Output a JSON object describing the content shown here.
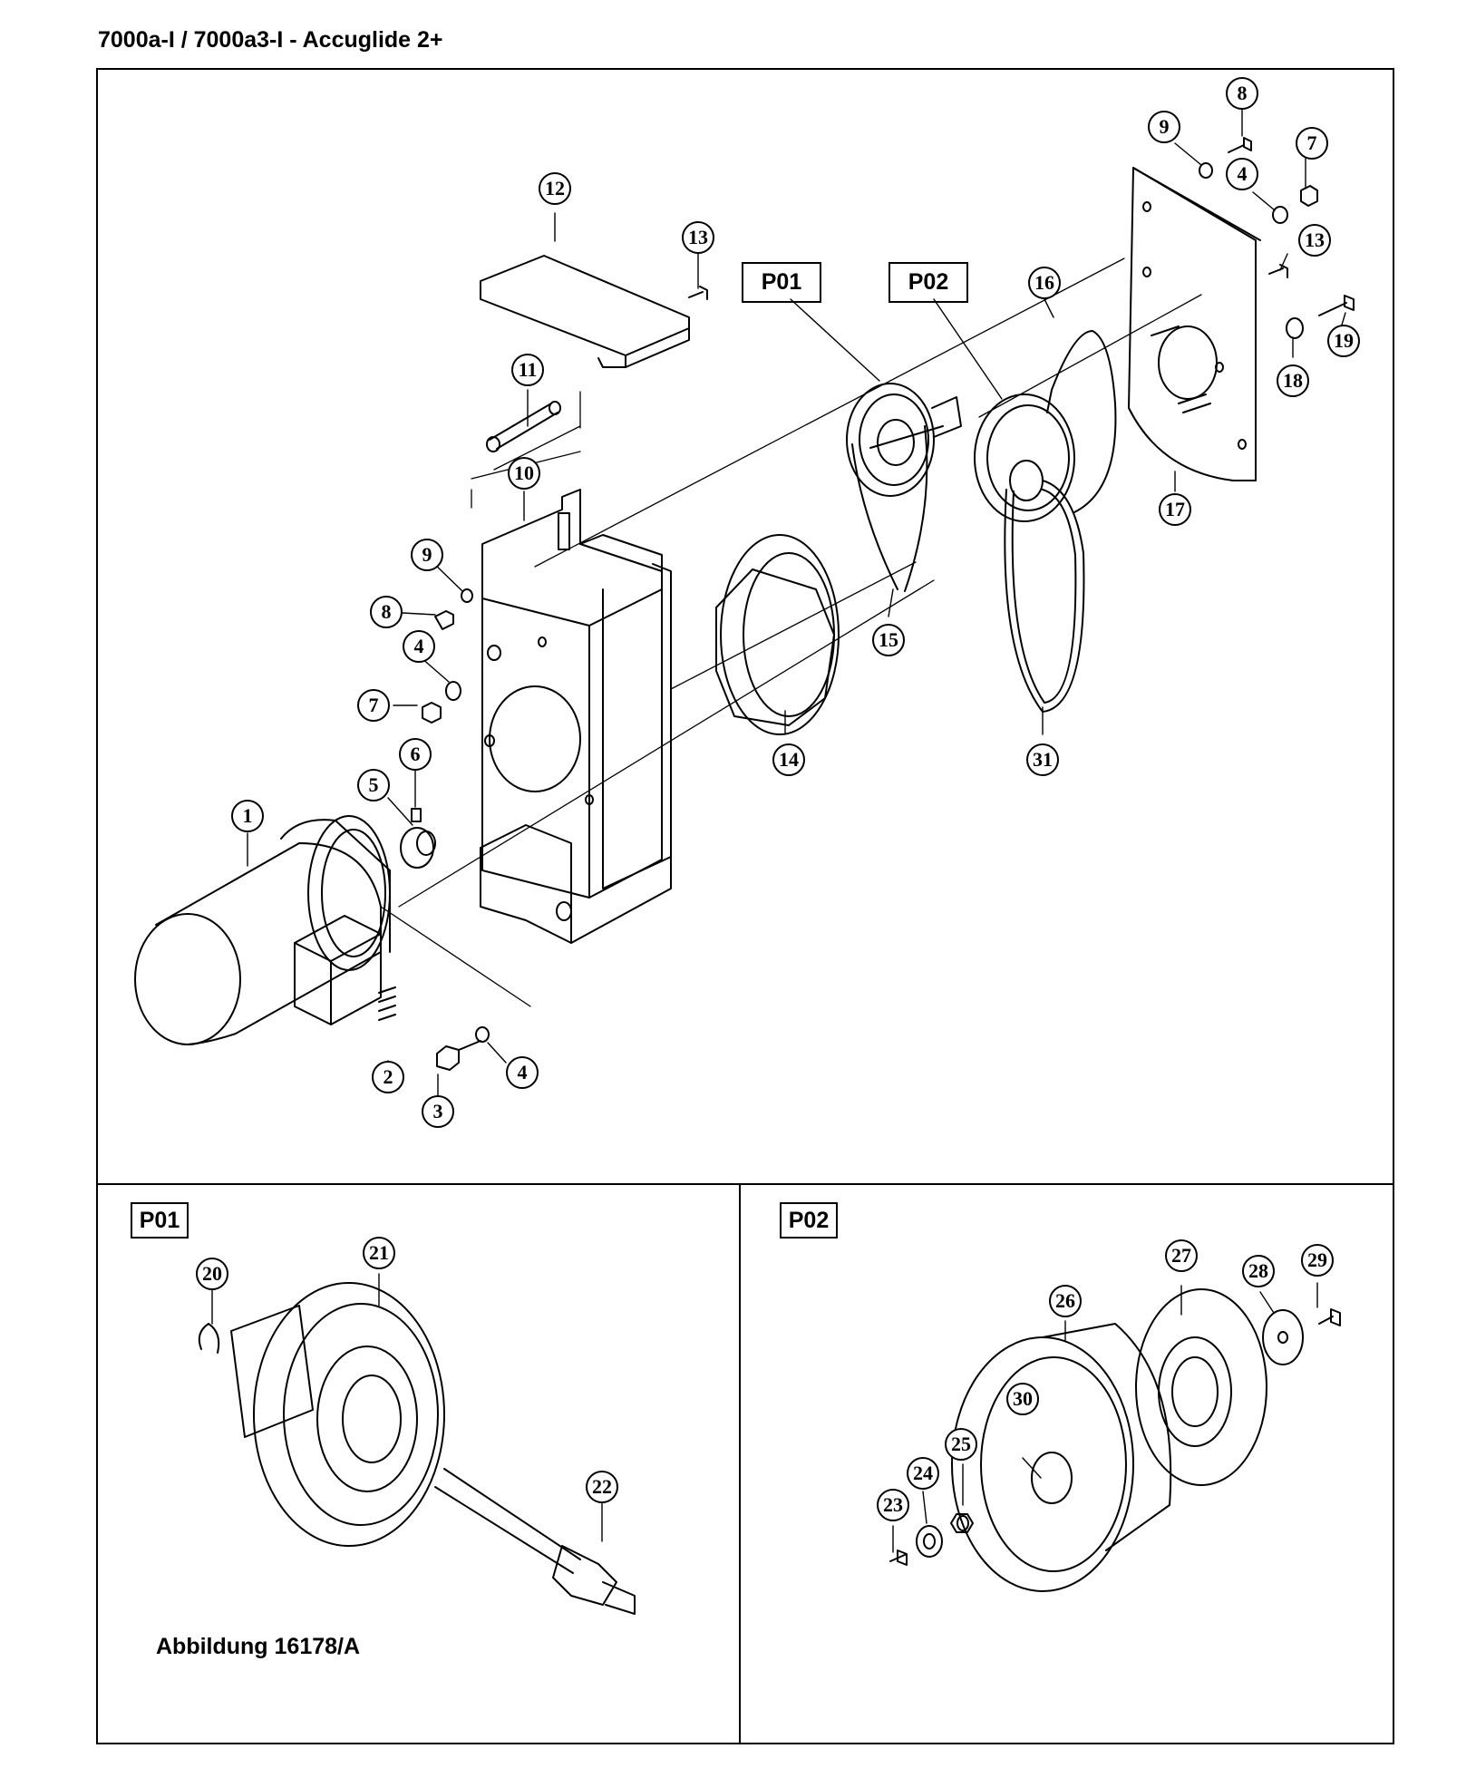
{
  "title": "7000a-I / 7000a3-I - Accuglide 2+",
  "detail_labels": {
    "p01": "P01",
    "p02": "P02"
  },
  "caption": "Abbildung 16178/A",
  "callouts": [
    "1",
    "2",
    "3",
    "4",
    "5",
    "6",
    "7",
    "8",
    "9",
    "10",
    "11",
    "12",
    "13",
    "14",
    "15",
    "16",
    "17",
    "18",
    "19",
    "20",
    "21",
    "22",
    "23",
    "24",
    "25",
    "26",
    "27",
    "28",
    "29",
    "30",
    "31"
  ],
  "colors": {
    "line": "#000000",
    "background": "#ffffff"
  }
}
